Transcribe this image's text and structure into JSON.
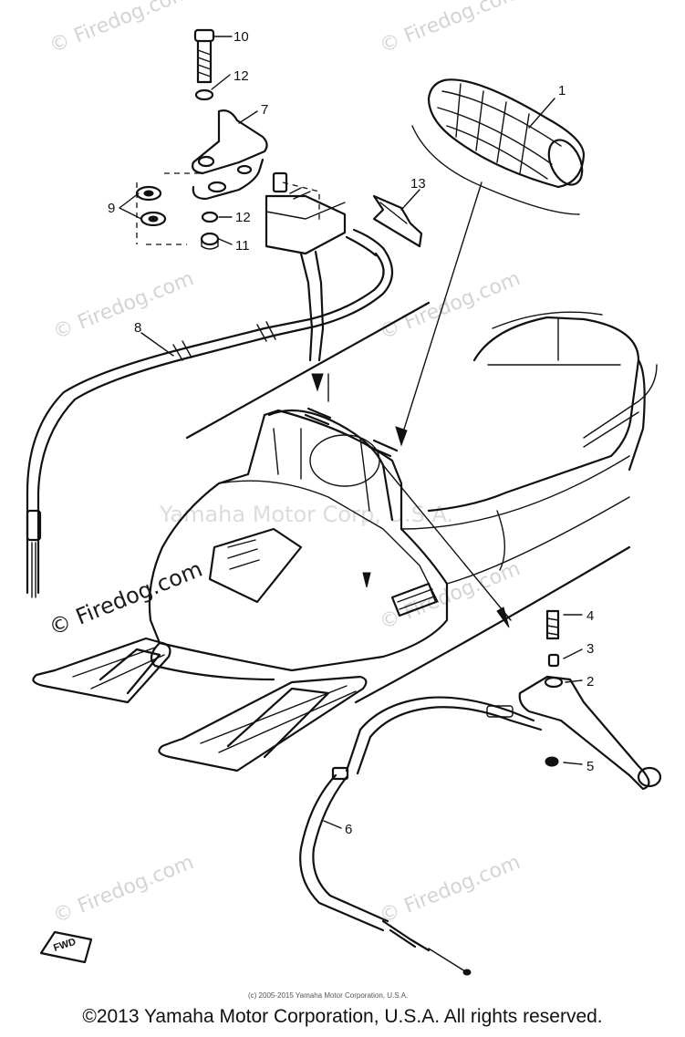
{
  "watermarks": {
    "firedog": "© Firedog.com",
    "yamaha_center": "Yamaha Motor Corp, U.S.A.",
    "main_firedog": "© Firedog.com"
  },
  "callouts": {
    "c1": "1",
    "c2": "2",
    "c3": "3",
    "c4": "4",
    "c5": "5",
    "c6": "6",
    "c7": "7",
    "c8": "8",
    "c9": "9",
    "c10": "10",
    "c11": "11",
    "c12a": "12",
    "c12b": "12",
    "c13": "13"
  },
  "fwd_label": "FWD",
  "copyright_small": "(c) 2005-2015 Yamaha Motor Corporation, U.S.A.",
  "footer": "©2013 Yamaha Motor Corporation, U.S.A. All rights reserved."
}
